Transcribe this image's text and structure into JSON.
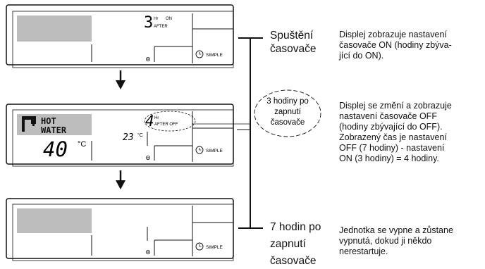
{
  "panel1": {
    "hours": "3",
    "hr": "Hr",
    "on": "ON",
    "after": "AFTER",
    "simple": "SIMPLE"
  },
  "panel2": {
    "mode_line1": "HOT",
    "mode_line2": "WATER",
    "water_temp": "40",
    "unit": "°C",
    "room_temp": "23",
    "unit2": "°C",
    "hours": "4",
    "hr": "Hr",
    "after_off": "AFTER OFF",
    "simple": "SIMPLE"
  },
  "panel3": {
    "simple": "SIMPLE"
  },
  "callout": {
    "line1": "3 hodiny po",
    "line2": "zapnutí",
    "line3": "časovače"
  },
  "step1": {
    "label_line1": "Spuštění",
    "label_line2": "časovače",
    "desc_line1": "Displej zobrazuje nastavení",
    "desc_line2": "časovače ON (hodiny zbýva-",
    "desc_line3": "jící do ON)."
  },
  "step2": {
    "desc_line1": "Displej se změní a zobrazuje",
    "desc_line2": "nastavení časovače OFF",
    "desc_line3": "(hodiny zbývající do OFF).",
    "desc_line4": "Zobrazený čas je nastavení",
    "desc_line5": "OFF (7 hodiny) - nastavení",
    "desc_line6": "ON (3 hodiny) = 4 hodiny."
  },
  "step3": {
    "label_line1": "7 hodin po",
    "label_line2": "zapnutí",
    "label_line3": "časovače",
    "desc_line1": "Jednotka se vypne a zůstane",
    "desc_line2": "vypnutá, dokud ji někdo",
    "desc_line3": "nerestartuje."
  },
  "colors": {
    "lcd_block": "#bdbdbd",
    "line": "#111111"
  }
}
